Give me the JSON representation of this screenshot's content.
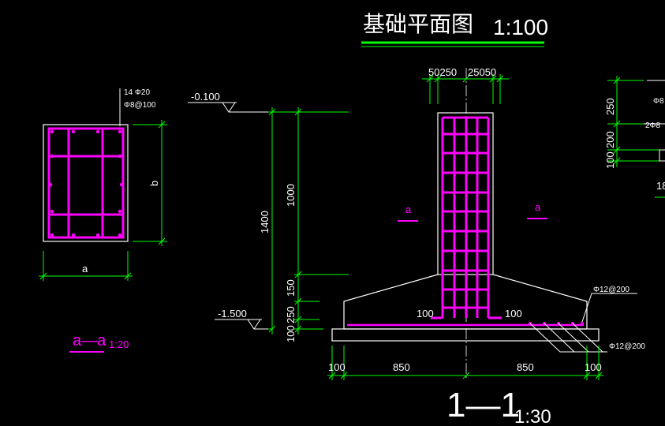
{
  "title": {
    "text": "基础平面图",
    "scale": "1:100"
  },
  "section_aa": {
    "label": "a—a",
    "scale": "1:20",
    "rebar_main": "14 Φ20",
    "stirrup": "Φ8@100",
    "dim_b": "b",
    "dim_a": "a"
  },
  "section_11": {
    "label": "1—1",
    "scale": "1:30",
    "level_top": "-0.100",
    "level_bottom": "-1.500",
    "dim_total": "1400",
    "dim_col": "1000",
    "dim_150": "150",
    "dim_250": "250",
    "dim_100": "100",
    "top_dims": [
      "50250",
      "25050"
    ],
    "bottom_dims": [
      "100",
      "850",
      "850",
      "100"
    ],
    "tag_a_left": "a",
    "tag_a_right": "a",
    "inner_100_left": "100",
    "inner_100_right": "100",
    "rebar_top": "Φ12@200",
    "rebar_bottom": "Φ12@200"
  },
  "right_partial": {
    "dims": [
      "250",
      "200",
      "100"
    ],
    "labels": [
      "Φ8",
      "2Φ8",
      "18"
    ]
  },
  "colors": {
    "background": "#000000",
    "dimension": "#00ff00",
    "rebar": "#ff00ff",
    "outline": "#ffffff"
  }
}
